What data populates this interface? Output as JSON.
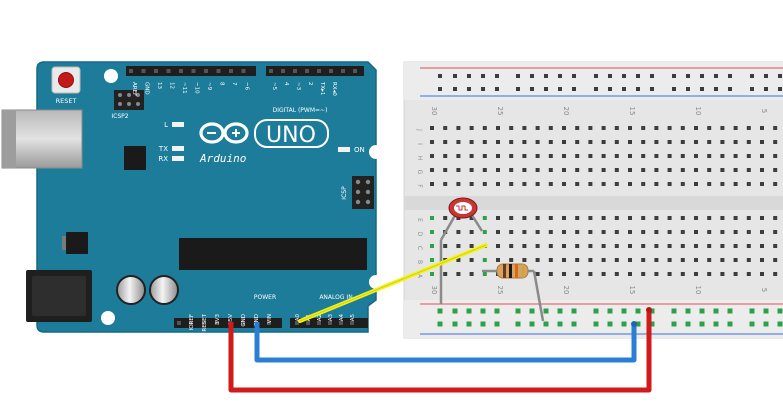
{
  "board": {
    "brand": "UNO",
    "maker": "Arduino",
    "reset_label": "RESET",
    "icsp2_label": "ICSP2",
    "icsp_label": "ICSP",
    "digital_label": "DIGITAL (PWM=~)",
    "power_label": "POWER",
    "analog_label": "ANALOG IN",
    "on_label": "ON",
    "l_label": "L",
    "tx_label": "TX",
    "rx_label": "RX",
    "digital_pins": [
      "AREF",
      "GND",
      "13",
      "12",
      "~11",
      "~10",
      "~9",
      "8",
      "7",
      "~6",
      "~5",
      "4",
      "~3",
      "2",
      "TX▸1",
      "RX◂0"
    ],
    "power_pins": [
      "IOREF",
      "RESET",
      "3V3",
      "5V",
      "GND",
      "GND",
      "VIN"
    ],
    "analog_pins": [
      "A0",
      "A1",
      "A2",
      "A3",
      "A4",
      "A5"
    ]
  },
  "breadboard": {
    "column_numbers": [
      "30",
      "25",
      "20",
      "15",
      "10",
      "5"
    ],
    "row_letters_top": [
      "J",
      "I",
      "H",
      "G",
      "F"
    ],
    "row_letters_bottom": [
      "E",
      "D",
      "C",
      "B",
      "A"
    ]
  },
  "colors": {
    "board": "#1d7c99",
    "board_edge": "#176982",
    "wire_5v": "#d11a1a",
    "wire_gnd": "#2a7fd4",
    "wire_signal": "#f2f21a",
    "rail_red": "#e05050",
    "rail_blue": "#3a6fd8",
    "hole_green": "#2da04a"
  },
  "components": [
    "photoresistor",
    "resistor"
  ]
}
